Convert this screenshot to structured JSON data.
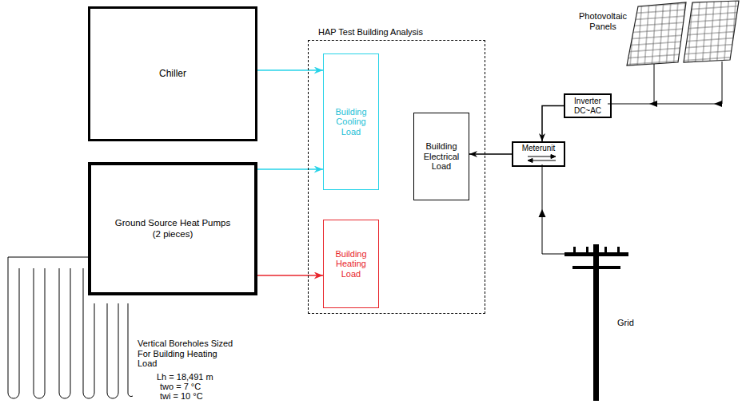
{
  "diagram": {
    "nodes": [
      {
        "text": [
          "Chiller"
        ]
      },
      {
        "text": [
          "Ground Source Heat Pumps (2 pieces)"
        ]
      },
      {
        "text": [
          "HAP Test Building Analysis"
        ]
      },
      {
        "text": [
          "Building Cooling Load"
        ],
        "in": 2
      },
      {
        "text": [
          "Building Heating Load"
        ],
        "in": 2
      },
      {
        "text": [
          "Building Electrical Load"
        ],
        "in": 2
      },
      {
        "text": [
          "Inverter DC~AC"
        ]
      },
      {
        "text": [
          "Meterunit"
        ]
      }
    ],
    "edges": [
      {
        "from": 0,
        "to": 3,
        "arrow": "to"
      },
      {
        "from": 1,
        "to": 3,
        "arrow": "to"
      },
      {
        "from": 1,
        "to": 4,
        "arrow": "to"
      },
      {
        "from": 7,
        "to": 5,
        "arrow": "to"
      },
      {
        "from": 6,
        "to": 7,
        "arrow": "to"
      }
    ],
    "labels": [
      "Photovoltaic Panels",
      "Vertical Boreholes Sized For Building Heating Load",
      "Lh = 18,491 m",
      "two = 7 °C",
      "twi = 10 °C",
      "Grid"
    ]
  }
}
